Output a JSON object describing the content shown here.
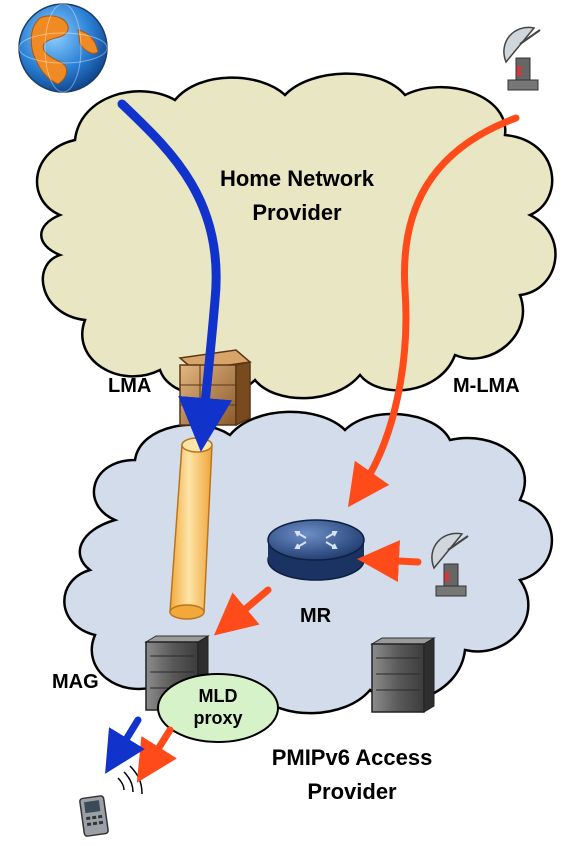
{
  "labels": {
    "home_network_line1": "Home Network",
    "home_network_line2": "Provider",
    "lma": "LMA",
    "m_lma": "M-LMA",
    "mr": "MR",
    "mag": "MAG",
    "mld_proxy_line1": "MLD",
    "mld_proxy_line2": "proxy",
    "access_provider_line1": "PMIPv6 Access",
    "access_provider_line2": "Provider"
  },
  "colors": {
    "home_cloud_fill": "#e9e6c4",
    "access_cloud_fill": "#d2dcea",
    "unicast_arrow": "#1133cc",
    "multicast_arrow": "#ff4a1a",
    "tunnel": "#f7c35c",
    "router_fill": "#2f4f86",
    "mld_proxy_fill": "#d6f2c8"
  },
  "icons": {
    "internet": "globe-icon",
    "content_source_top": "satellite-dish-icon",
    "content_source_local": "satellite-dish-icon",
    "lma_node": "server-box-icon",
    "mag_node": "server-rack-icon",
    "second_mag_node": "server-rack-icon",
    "mobile_router": "router-icon",
    "mobile_node": "handheld-device-icon"
  }
}
